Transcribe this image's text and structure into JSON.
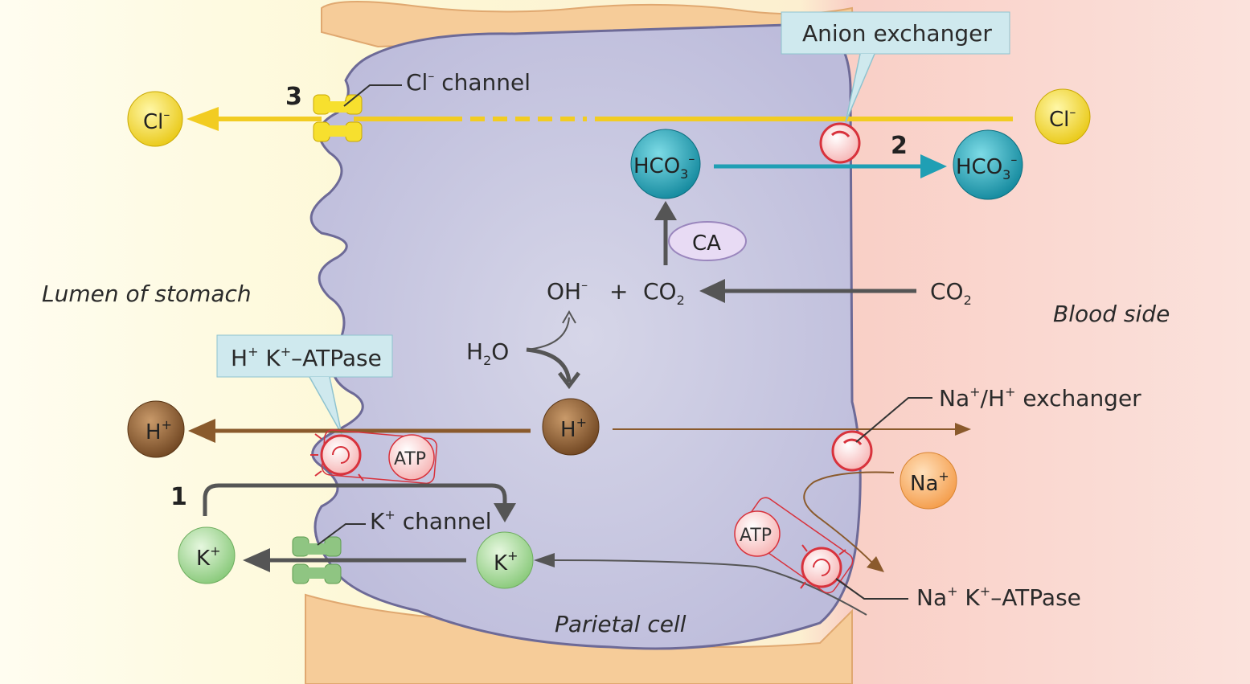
{
  "regions": {
    "lumen": "Lumen of stomach",
    "blood": "Blood side",
    "cell": "Parietal cell"
  },
  "transporters": {
    "cl_channel": "channel",
    "anion_exchanger": "Anion exchanger",
    "hk_atpase": "–ATPase",
    "na_h_exchanger": "exchanger",
    "k_channel": "channel",
    "nak_atpase": "–ATPase"
  },
  "steps": {
    "one": "1",
    "two": "2",
    "three": "3"
  },
  "ions": {
    "cl": "Cl",
    "cl_charge": "–",
    "hco3": "HCO",
    "hco3_sub": "3",
    "hco3_charge": "–",
    "h": "H",
    "plus": "+",
    "k": "K",
    "na": "Na"
  },
  "molecules": {
    "oh": "OH",
    "minus": "–",
    "plus_sign": "+",
    "co": "CO",
    "two": "2",
    "h2o_h": "H",
    "h2o_o": "O"
  },
  "enzymes": {
    "ca": "CA",
    "atp": "ATP"
  },
  "colors": {
    "lumen_bg": "#fdf8d6",
    "blood_bg": "#f9cfc6",
    "cell_fill": "#c9c8e2",
    "tissue": "#f6cc99",
    "cl_yellow": "#f2d52b",
    "hco3_teal": "#1f9fb4",
    "h_brown": "#8a5a2c",
    "k_green": "#a6d99a",
    "na_orange": "#f9b56f",
    "label_box": "#cfe9ee"
  }
}
